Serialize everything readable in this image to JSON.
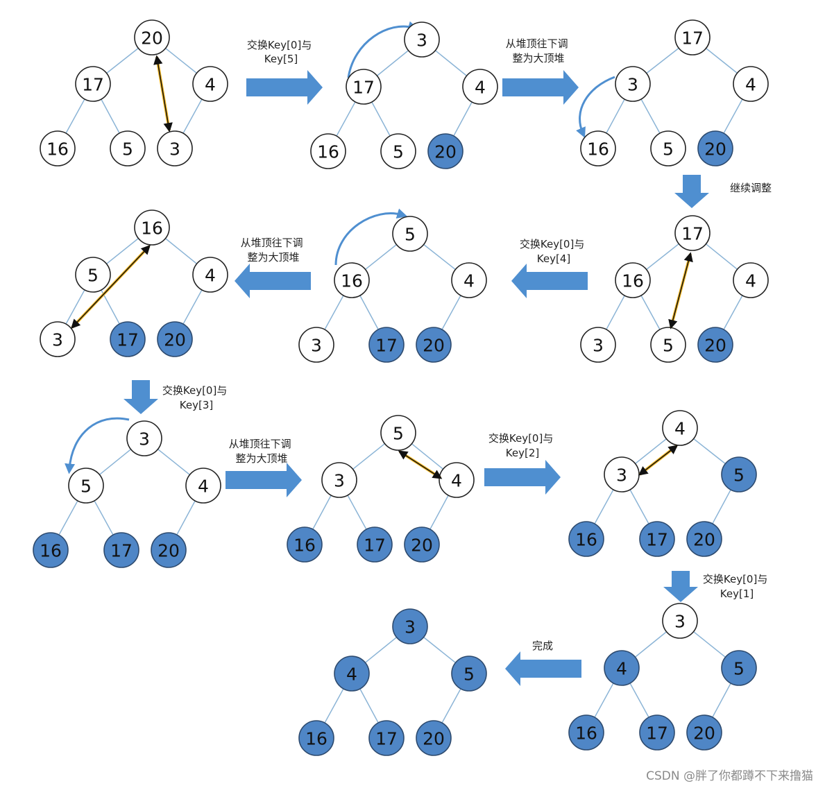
{
  "colors": {
    "filled": "#4f86c6",
    "edge": "#8bb4d6",
    "arrow": "#4f8fd0",
    "swap_line": "#f2b51f"
  },
  "trees": [
    {
      "id": "t1",
      "keys": [
        "20",
        "17",
        "4",
        "16",
        "5",
        "3"
      ],
      "filled": [
        false,
        false,
        false,
        false,
        false,
        false
      ]
    },
    {
      "id": "t2",
      "keys": [
        "3",
        "17",
        "4",
        "16",
        "5",
        "20"
      ],
      "filled": [
        false,
        false,
        false,
        false,
        false,
        true
      ]
    },
    {
      "id": "t3",
      "keys": [
        "17",
        "3",
        "4",
        "16",
        "5",
        "20"
      ],
      "filled": [
        false,
        false,
        false,
        false,
        false,
        true
      ]
    },
    {
      "id": "t4",
      "keys": [
        "17",
        "16",
        "4",
        "3",
        "5",
        "20"
      ],
      "filled": [
        false,
        false,
        false,
        false,
        false,
        true
      ]
    },
    {
      "id": "t5",
      "keys": [
        "5",
        "16",
        "4",
        "3",
        "17",
        "20"
      ],
      "filled": [
        false,
        false,
        false,
        false,
        true,
        true
      ]
    },
    {
      "id": "t6",
      "keys": [
        "16",
        "5",
        "4",
        "3",
        "17",
        "20"
      ],
      "filled": [
        false,
        false,
        false,
        false,
        true,
        true
      ]
    },
    {
      "id": "t7",
      "keys": [
        "3",
        "5",
        "4",
        "16",
        "17",
        "20"
      ],
      "filled": [
        false,
        false,
        false,
        true,
        true,
        true
      ]
    },
    {
      "id": "t8",
      "keys": [
        "5",
        "3",
        "4",
        "16",
        "17",
        "20"
      ],
      "filled": [
        false,
        false,
        false,
        true,
        true,
        true
      ]
    },
    {
      "id": "t9",
      "keys": [
        "4",
        "3",
        "5",
        "16",
        "17",
        "20"
      ],
      "filled": [
        false,
        false,
        true,
        true,
        true,
        true
      ]
    },
    {
      "id": "t10",
      "keys": [
        "3",
        "4",
        "5",
        "16",
        "17",
        "20"
      ],
      "filled": [
        false,
        true,
        true,
        true,
        true,
        true
      ]
    },
    {
      "id": "t11",
      "keys": [
        "3",
        "4",
        "5",
        "16",
        "17",
        "20"
      ],
      "filled": [
        true,
        true,
        true,
        true,
        true,
        true
      ]
    }
  ],
  "captions": {
    "c1": [
      "交换Key[0]与",
      "Key[5]"
    ],
    "c2": [
      "从堆顶往下调",
      "整为大顶堆"
    ],
    "c3": [
      "继续调整"
    ],
    "c4": [
      "交换Key[0]与",
      "Key[4]"
    ],
    "c5": [
      "从堆顶往下调",
      "整为大顶堆"
    ],
    "c6": [
      "交换Key[0]与",
      "Key[3]"
    ],
    "c7": [
      "从堆顶往下调",
      "整为大顶堆"
    ],
    "c8": [
      "交换Key[0]与",
      "Key[2]"
    ],
    "c9": [
      "交换Key[0]与",
      "Key[1]"
    ],
    "c10": [
      "完成"
    ]
  },
  "watermark": "CSDN @胖了你都蹲不下来撸猫"
}
